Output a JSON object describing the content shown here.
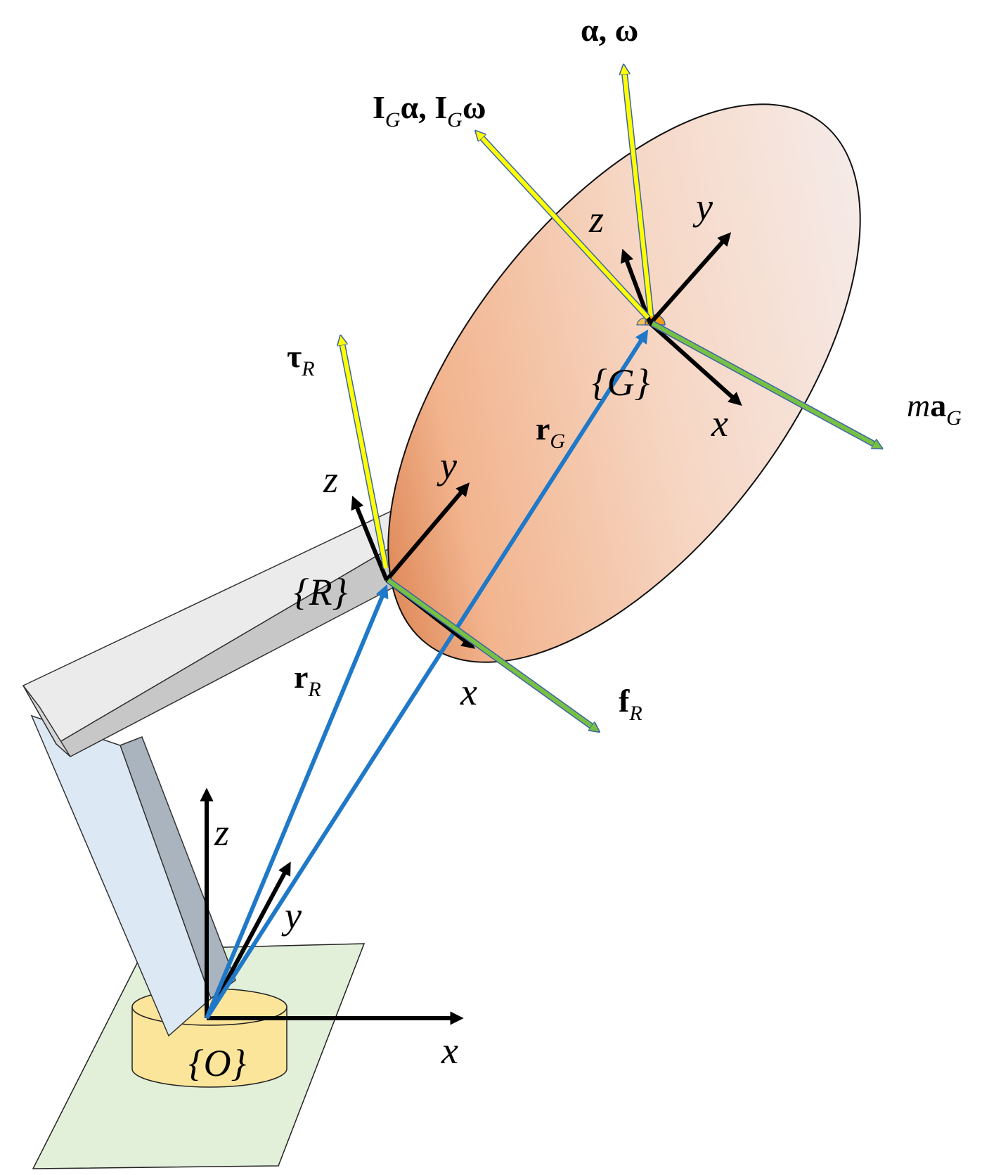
{
  "frames": {
    "origin": "{O}",
    "reference": "{R}",
    "center": "{G}"
  },
  "axes": {
    "x": "x",
    "y": "y",
    "z": "z"
  },
  "vectors": {
    "r_R": {
      "main": "r",
      "sub": "R"
    },
    "r_G": {
      "main": "r",
      "sub": "G"
    },
    "tau_R": {
      "main": "τ",
      "sub": "R"
    },
    "f_R": {
      "main": "f",
      "sub": "R"
    },
    "ma_G": {
      "coef": "m",
      "main": "a",
      "sub": "G"
    },
    "alpha_omega": {
      "text": "α, ω"
    },
    "inertia": {
      "i1": "I",
      "s1": "G",
      "t1": "α, ",
      "i2": "I",
      "s2": "G",
      "t2": "ω"
    }
  },
  "colors": {
    "position_vector": "#1f78c8",
    "torque_vector": "#ffff00",
    "force_vector": "#77c043",
    "vector_outline": "#3b64a6",
    "axis": "#000000",
    "disk_dark": "#c8581c",
    "disk_light": "#f5ecec",
    "ground": "#e2efd9",
    "base": "#fbe59a",
    "arm_front": "#ededed",
    "arm_side": "#dce9f5"
  }
}
